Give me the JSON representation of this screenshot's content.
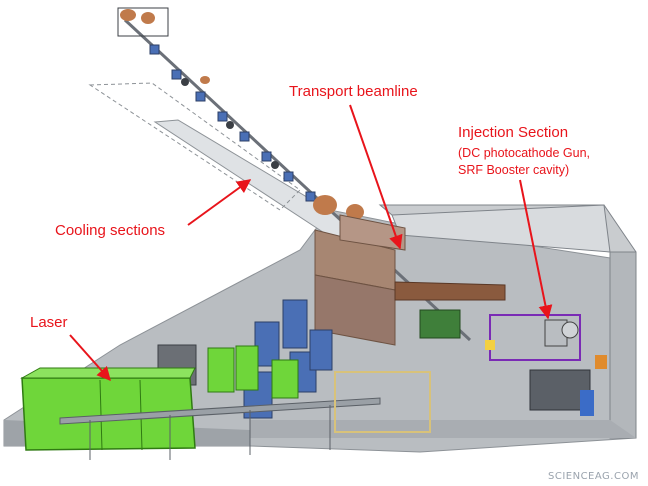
{
  "labels": {
    "transport": "Transport beamline",
    "injection_title": "Injection Section",
    "injection_line1": "(DC photocathode Gun,",
    "injection_line2": "SRF Booster cavity)",
    "cooling": "Cooling sections",
    "laser": "Laser"
  },
  "watermark": "SCIENCEAG.COM",
  "colors": {
    "callout": "#e8141b",
    "floor": "#b9bdc1",
    "wall": "#c9cccf",
    "shield": "#a78672",
    "laser_box": "#6fd63a",
    "magnet": "#4a6fb5"
  }
}
